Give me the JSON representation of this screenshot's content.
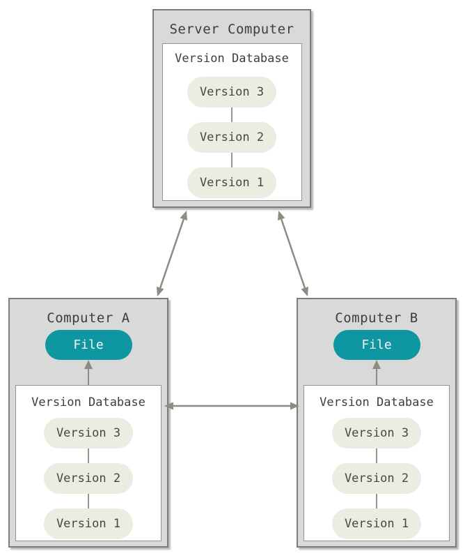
{
  "diagram": {
    "server": {
      "title": "Server Computer",
      "database": {
        "label": "Version Database",
        "versions": [
          "Version 3",
          "Version 2",
          "Version 1"
        ]
      }
    },
    "computer_a": {
      "title": "Computer A",
      "file_label": "File",
      "database": {
        "label": "Version Database",
        "versions": [
          "Version 3",
          "Version 2",
          "Version 1"
        ]
      }
    },
    "computer_b": {
      "title": "Computer B",
      "file_label": "File",
      "database": {
        "label": "Version Database",
        "versions": [
          "Version 3",
          "Version 2",
          "Version 1"
        ]
      }
    }
  },
  "colors": {
    "box_fill": "#d9d9d9",
    "box_border": "#7c7c7c",
    "panel_fill": "#ffffff",
    "panel_border": "#929292",
    "version_pill_fill": "#ecece3",
    "file_pill_fill": "#0e96a1",
    "file_pill_text": "#f4f6f6",
    "arrow": "#8e8b81",
    "connector": "#97948a",
    "text": "#3d3d3d",
    "pill_text": "#47463f",
    "page_bg": "#ffffff"
  }
}
